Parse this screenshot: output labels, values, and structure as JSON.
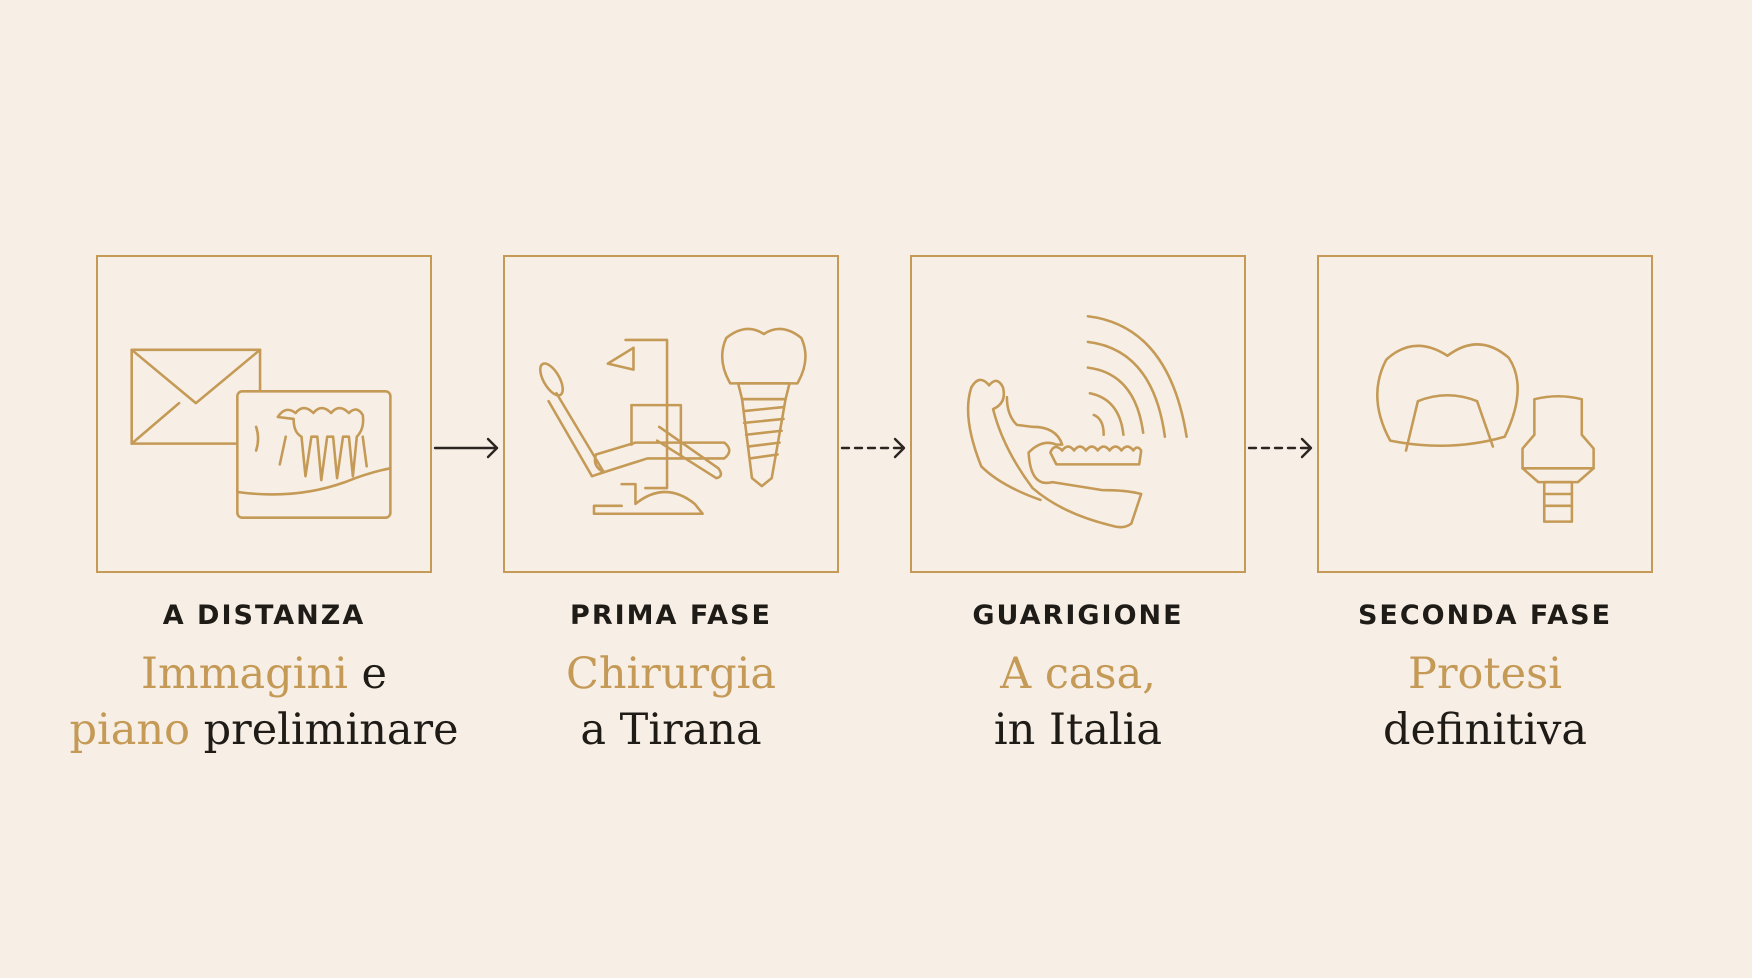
{
  "colors": {
    "background": "#f7efe6",
    "accent": "#c49a56",
    "text": "#1f1b17"
  },
  "steps": [
    {
      "label": "A DISTANZA",
      "title_a": "Immagini",
      "title_b": " e",
      "title_c": "piano",
      "title_d": " preliminare",
      "icon": "envelope-xray-icon"
    },
    {
      "label": "PRIMA FASE",
      "title_a": "Chirurgia",
      "title_b": "a Tirana",
      "icon": "dental-chair-implant-icon"
    },
    {
      "label": "GUARIGIONE",
      "title_a": "A casa,",
      "title_b": "in Italia",
      "icon": "jaw-healing-icon"
    },
    {
      "label": "SECONDA FASE",
      "title_a": "Protesi",
      "title_b": "definitiva",
      "icon": "crown-abutment-icon"
    }
  ],
  "connectors": [
    "solid-arrow",
    "dashed-arrow",
    "dashed-arrow"
  ]
}
